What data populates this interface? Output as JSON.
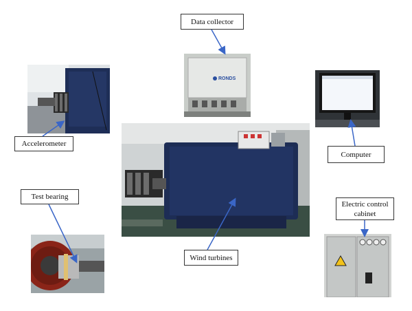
{
  "labels": {
    "data_collector": "Data collector",
    "accelerometer": "Accelerometer",
    "computer": "Computer",
    "test_bearing": "Test bearing",
    "wind_turbines": "Wind turbines",
    "electric_control_cabinet_line1": "Electric control",
    "electric_control_cabinet_line2": "cabinet"
  },
  "photo_text": {
    "data_collector_brand": "RONDS"
  },
  "colors": {
    "arrow": "#3a66c7",
    "motor_blue": "#1d2d55",
    "frame_border": "#333333"
  }
}
